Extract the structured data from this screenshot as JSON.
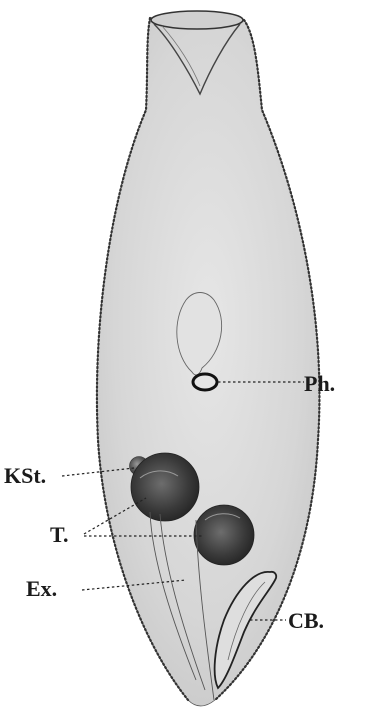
{
  "labels": {
    "ph": "Ph.",
    "kst": "KSt.",
    "t": "T.",
    "ex": "Ex.",
    "cb": "CB."
  },
  "colors": {
    "body_fill": "#d9d9d9",
    "ink": "#1b1b1b"
  }
}
